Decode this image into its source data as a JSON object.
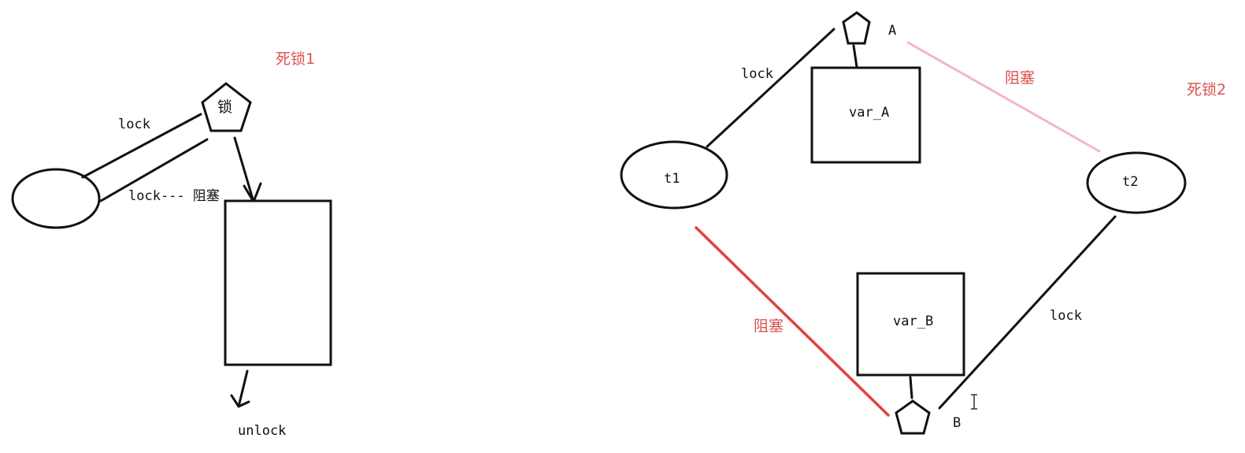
{
  "colors": {
    "ink": "#111111",
    "accent_red": "#e0443a",
    "soft_pink": "#f4b6c2",
    "label_red": "#d9534f"
  },
  "deadlock1": {
    "title": "死锁1",
    "lock_symbol": "锁",
    "lock_edge_label": "lock",
    "blocked_edge_label": "lock--- 阻塞",
    "unlock_label": "unlock"
  },
  "deadlock2": {
    "title": "死锁2",
    "lock_a_label": "A",
    "lock_b_label": "B",
    "var_a_label": "var_A",
    "var_b_label": "var_B",
    "thread1_label": "t1",
    "thread2_label": "t2",
    "t1_lock_label": "lock",
    "t2_lock_label": "lock",
    "t2_blocked_label": "阻塞",
    "t1_blocked_label": "阻塞"
  },
  "icons": {
    "cursor": "text-cursor-icon",
    "lock_a": "pentagon-lock-icon",
    "lock_b": "pentagon-lock-icon"
  }
}
